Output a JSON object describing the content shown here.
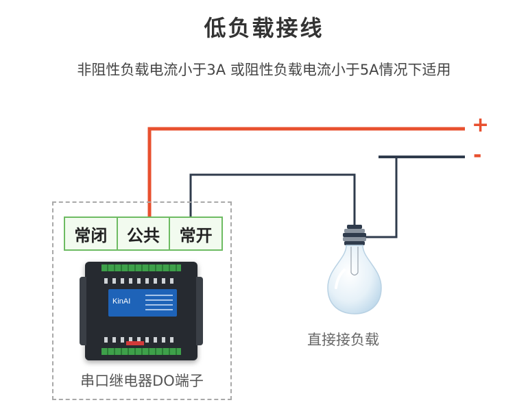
{
  "title": "低负载接线",
  "subtitle": "非阻性负载电流小于3A 或阻性负载电流小于5A情况下适用",
  "power": {
    "plus_label": "+",
    "minus_label": "-",
    "plus_color": "#e8502f",
    "minus_color": "#2f3b4c"
  },
  "terminals": [
    {
      "label": "常闭"
    },
    {
      "label": "公共"
    },
    {
      "label": "常开"
    }
  ],
  "device": {
    "brand": "KinAI"
  },
  "captions": {
    "relay": "串口继电器DO端子",
    "load": "直接接负载"
  },
  "icons": {
    "bulb": "light-bulb-icon"
  }
}
